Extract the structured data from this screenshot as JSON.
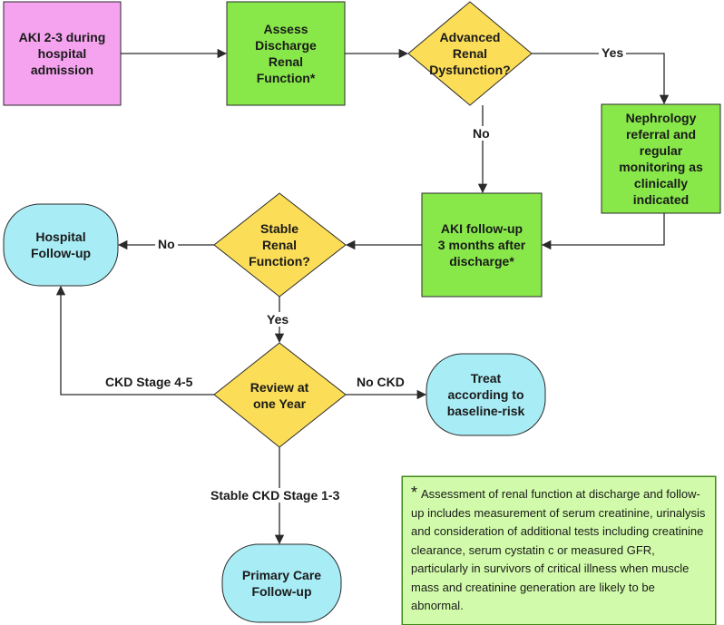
{
  "colors": {
    "start": "#f5a3ef",
    "process": "#88e84a",
    "decision": "#fbdd57",
    "terminal": "#a8ecf5",
    "note_bg": "#d1fbaa",
    "stroke": "#2a2a2a"
  },
  "nodes": {
    "aki_admission": "AKI 2-3 during\nhospital\nadmission",
    "assess_discharge": "Assess\nDischarge\nRenal\nFunction*",
    "advanced_dysfunction": "Advanced\nRenal\nDysfunction?",
    "nephrology_referral": "Nephrology\nreferral and\nregular\nmonitoring as\nclinically\nindicated",
    "aki_followup": "AKI follow-up\n3 months after\ndischarge*",
    "stable_function": "Stable\nRenal\nFunction?",
    "hospital_followup": "Hospital\nFollow-up",
    "review_year": "Review at\none Year",
    "treat_baseline": "Treat\naccording to\nbaseline-risk",
    "primary_care": "Primary Care\nFollow-up"
  },
  "edges": {
    "yes_advanced": "Yes",
    "no_advanced": "No",
    "no_stable": "No",
    "yes_stable": "Yes",
    "ckd_4_5": "CKD Stage 4-5",
    "no_ckd": "No CKD",
    "stable_ckd_1_3": "Stable CKD Stage 1-3"
  },
  "note": {
    "marker": "*",
    "text": "Assessment of renal function at discharge and follow-up includes measurement of serum creatinine, urinalysis and consideration of additional tests including creatinine clearance, serum cystatin c or measured GFR, particularly in survivors of critical illness when muscle mass and creatinine generation are likely to be abnormal."
  }
}
